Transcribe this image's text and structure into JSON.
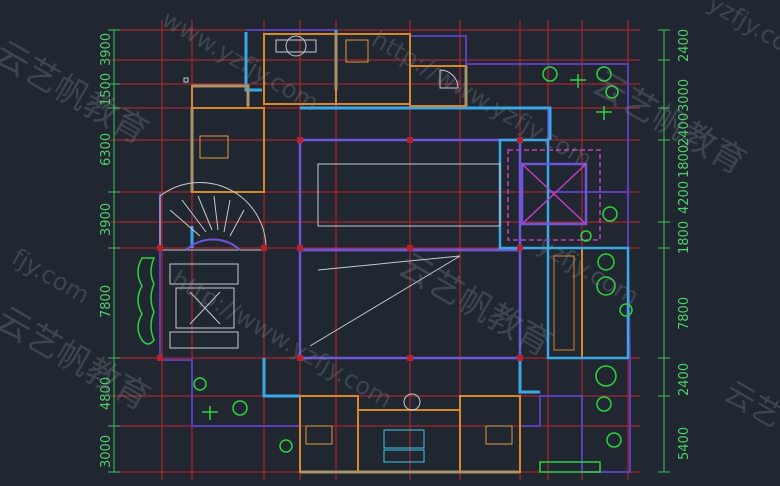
{
  "dimensions_left": [
    "3900",
    "1500",
    "6300",
    "3900",
    "7800",
    "4800",
    "3000"
  ],
  "dimensions_right": [
    "2400",
    "3000",
    "2400",
    "1800",
    "4200",
    "1800",
    "7800",
    "2400",
    "5400"
  ],
  "watermarks": {
    "url_1": "www.yzfjy.com",
    "url_2": "http://www.yzfjy.com",
    "url_3": "http://www.yzfjy.com",
    "url_4": "yzfjy.com",
    "url_5": "fjy.com",
    "url_6": "yzfjy.com",
    "brand_1": "云艺帆教育",
    "brand_2": "云艺帆教育",
    "brand_3": "云艺帆教育",
    "brand_4": "云艺帆教育",
    "brand_5": "云艺"
  },
  "colors": {
    "background": "#202731",
    "grid": "#d8242c",
    "dimension": "#3ec25a",
    "wall_blue": "#3aa7e6",
    "wall_orange": "#d8872a",
    "outline": "#5a3fb8",
    "pool": "#6d56d8",
    "vegetation": "#2fd33f"
  }
}
